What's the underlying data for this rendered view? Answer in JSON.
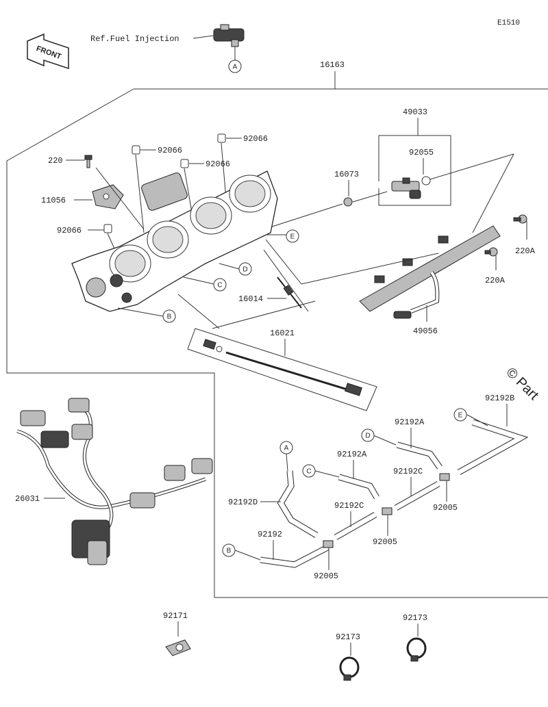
{
  "diagram_code": "E1510",
  "ref_text": "Ref.Fuel Injection",
  "front_label": "FRONT",
  "watermark": "© Part",
  "callouts": {
    "a": "A",
    "b": "B",
    "c": "C",
    "d": "D",
    "e": "E"
  },
  "parts": {
    "p16163": "16163",
    "p49033": "49033",
    "p92055": "92055",
    "p16073": "16073",
    "p220": "220",
    "p11056": "11056",
    "p92066_a": "92066",
    "p92066_b": "92066",
    "p92066_c": "92066",
    "p92066_d": "92066",
    "p220A_a": "220A",
    "p220A_b": "220A",
    "p16014": "16014",
    "p49056": "49056",
    "p16021": "16021",
    "p26031": "26031",
    "p92192B": "92192B",
    "p92192A_a": "92192A",
    "p92192A_b": "92192A",
    "p92192C_a": "92192C",
    "p92192C_b": "92192C",
    "p92192D": "92192D",
    "p92192": "92192",
    "p92005_a": "92005",
    "p92005_b": "92005",
    "p92005_c": "92005",
    "p92171": "92171",
    "p92173_a": "92173",
    "p92173_b": "92173"
  }
}
